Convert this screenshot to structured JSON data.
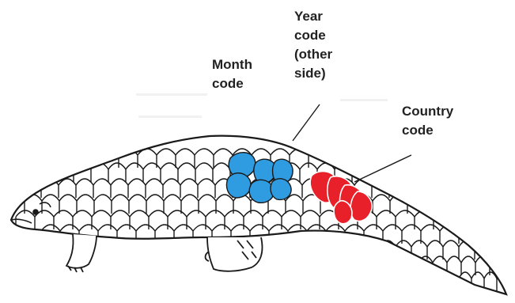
{
  "labels": {
    "year": "Year\ncode\n(other\nside)",
    "month": "Month\ncode",
    "country": "Country\ncode"
  },
  "colors": {
    "month_scales": "#2f9be0",
    "country_scales": "#e8202a",
    "outline": "#1a1a1a",
    "text": "#222222",
    "background": "#ffffff"
  },
  "icons": {
    "animal": "pangolin-illustration"
  }
}
